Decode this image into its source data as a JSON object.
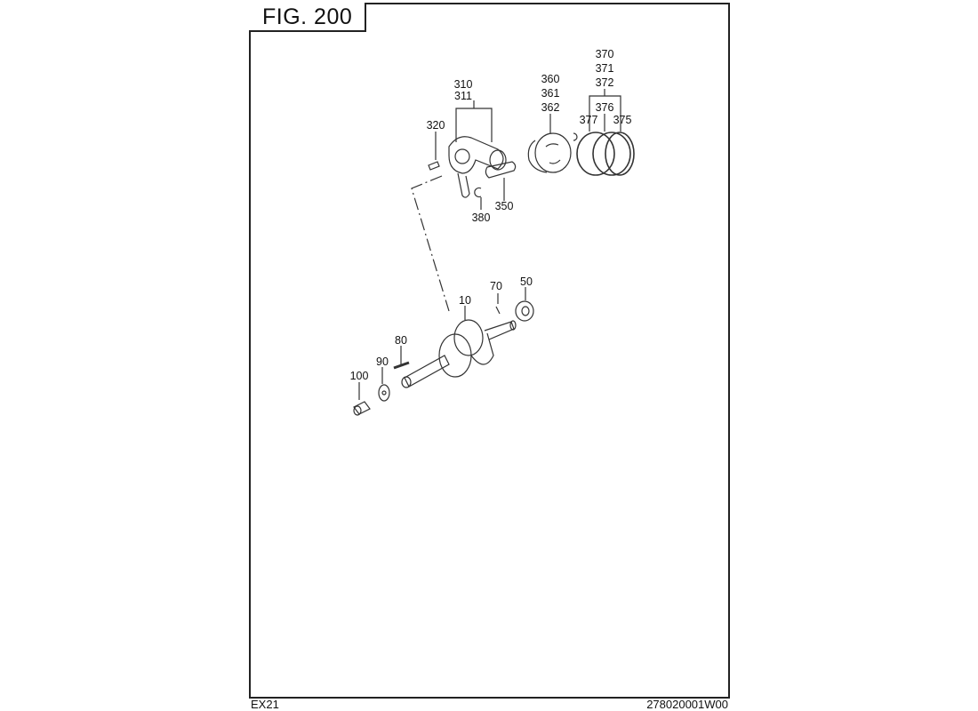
{
  "figure": {
    "title": "FIG. 200"
  },
  "footer": {
    "model": "EX21",
    "drawing_number": "278020001W00"
  },
  "callouts": {
    "c310": "310",
    "c311": "311",
    "c320": "320",
    "c360": "360",
    "c361": "361",
    "c362": "362",
    "c370": "370",
    "c371": "371",
    "c372": "372",
    "c376": "376",
    "c377": "377",
    "c375": "375",
    "c380": "380",
    "c350": "350",
    "c10": "10",
    "c70": "70",
    "c50": "50",
    "c80": "80",
    "c90": "90",
    "c100": "100"
  }
}
